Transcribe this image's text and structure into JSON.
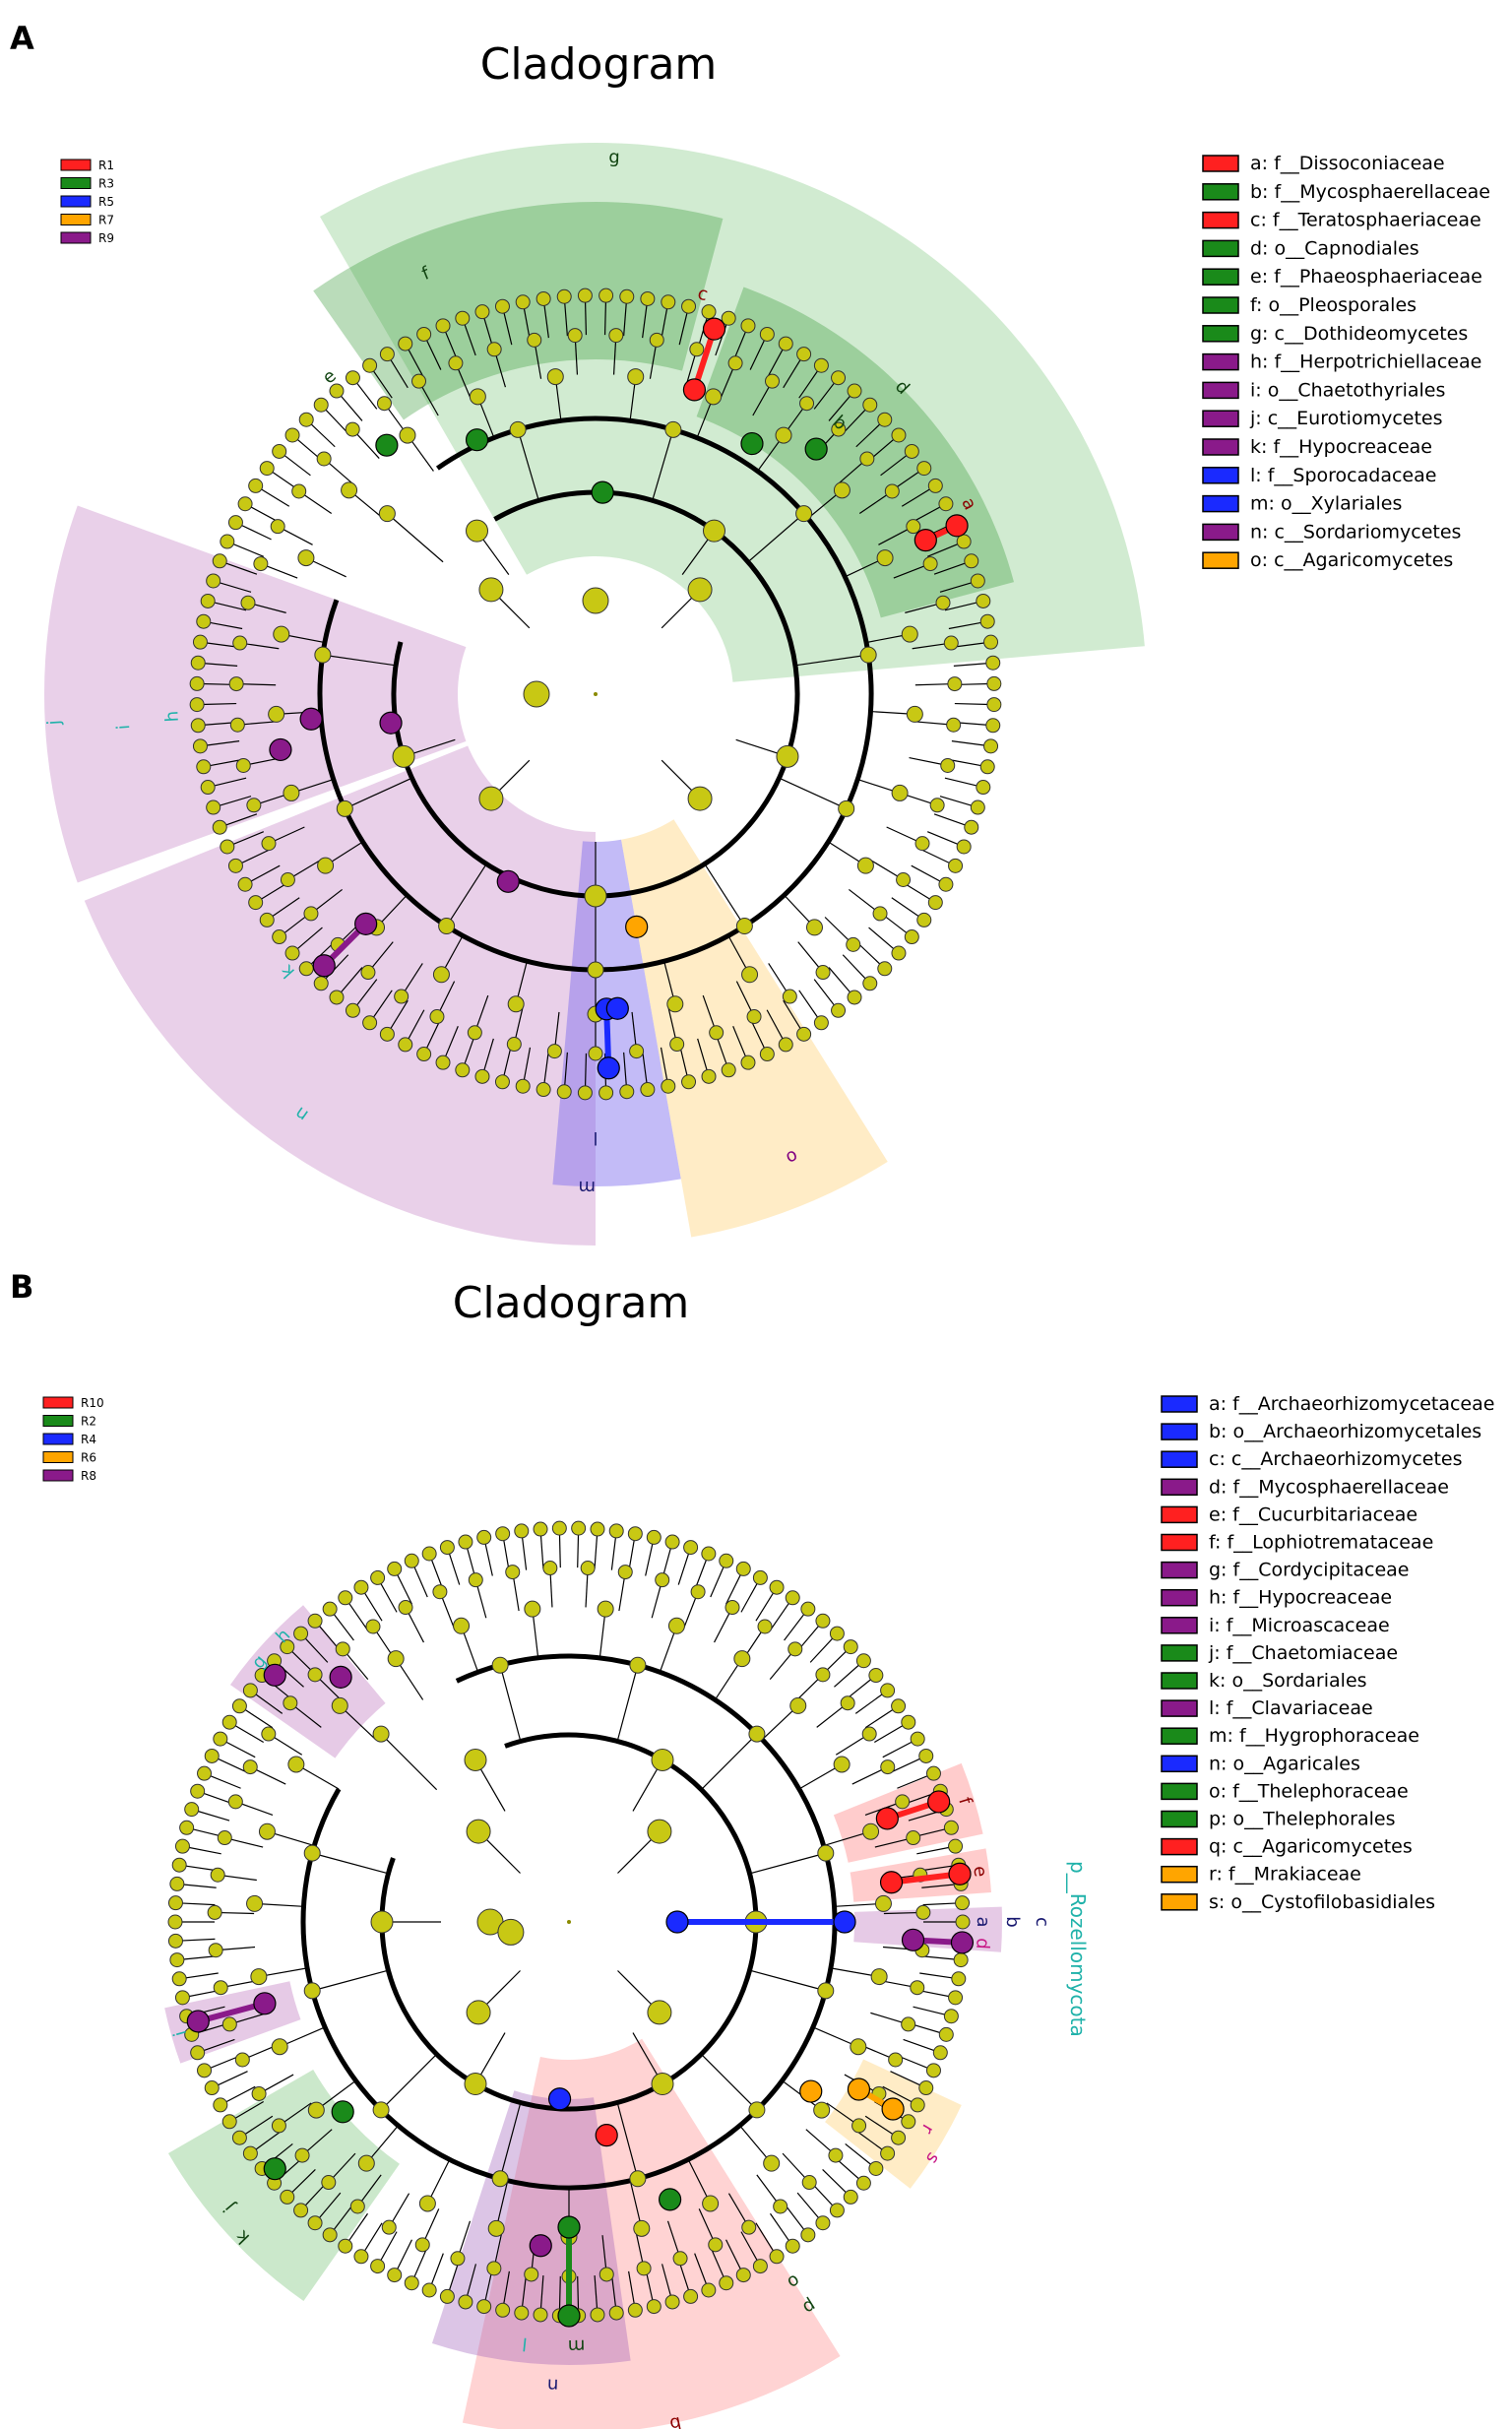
{
  "panels": [
    {
      "letter": "A",
      "title": "Cladogram",
      "group_legend": [
        {
          "label": "R1",
          "color": "#ff2020"
        },
        {
          "label": "R3",
          "color": "#1a8a1a"
        },
        {
          "label": "R5",
          "color": "#1a2aff"
        },
        {
          "label": "R7",
          "color": "#ffa500"
        },
        {
          "label": "R9",
          "color": "#8a1a8a"
        }
      ],
      "taxa_legend": [
        {
          "key": "a",
          "label": "a: f__Dissoconiaceae",
          "color": "#ff2020"
        },
        {
          "key": "b",
          "label": "b: f__Mycosphaerellaceae",
          "color": "#1a8a1a"
        },
        {
          "key": "c",
          "label": "c: f__Teratosphaeriaceae",
          "color": "#ff2020"
        },
        {
          "key": "d",
          "label": "d: o__Capnodiales",
          "color": "#1a8a1a"
        },
        {
          "key": "e",
          "label": "e: f__Phaeosphaeriaceae",
          "color": "#1a8a1a"
        },
        {
          "key": "f",
          "label": "f: o__Pleosporales",
          "color": "#1a8a1a"
        },
        {
          "key": "g",
          "label": "g: c__Dothideomycetes",
          "color": "#1a8a1a"
        },
        {
          "key": "h",
          "label": "h: f__Herpotrichiellaceae",
          "color": "#8a1a8a"
        },
        {
          "key": "i",
          "label": "i: o__Chaetothyriales",
          "color": "#8a1a8a"
        },
        {
          "key": "j",
          "label": "j: c__Eurotiomycetes",
          "color": "#8a1a8a"
        },
        {
          "key": "k",
          "label": "k: f__Hypocreaceae",
          "color": "#8a1a8a"
        },
        {
          "key": "l",
          "label": "l: f__Sporocadaceae",
          "color": "#1a2aff"
        },
        {
          "key": "m",
          "label": "m: o__Xylariales",
          "color": "#1a2aff"
        },
        {
          "key": "n",
          "label": "n: c__Sordariomycetes",
          "color": "#8a1a8a"
        },
        {
          "key": "o",
          "label": "o: c__Agaricomycetes",
          "color": "#ffa500"
        }
      ],
      "clade_labels": [
        "a",
        "b",
        "c",
        "d",
        "e",
        "f",
        "g",
        "h",
        "i",
        "j",
        "k",
        "l",
        "m",
        "n",
        "o"
      ],
      "extra_labels": []
    },
    {
      "letter": "B",
      "title": "Cladogram",
      "group_legend": [
        {
          "label": "R10",
          "color": "#ff2020"
        },
        {
          "label": "R2",
          "color": "#1a8a1a"
        },
        {
          "label": "R4",
          "color": "#1a2aff"
        },
        {
          "label": "R6",
          "color": "#ffa500"
        },
        {
          "label": "R8",
          "color": "#8a1a8a"
        }
      ],
      "taxa_legend": [
        {
          "key": "a",
          "label": "a: f__Archaeorhizomycetaceae",
          "color": "#1a2aff"
        },
        {
          "key": "b",
          "label": "b: o__Archaeorhizomycetales",
          "color": "#1a2aff"
        },
        {
          "key": "c",
          "label": "c: c__Archaeorhizomycetes",
          "color": "#1a2aff"
        },
        {
          "key": "d",
          "label": "d: f__Mycosphaerellaceae",
          "color": "#8a1a8a"
        },
        {
          "key": "e",
          "label": "e: f__Cucurbitariaceae",
          "color": "#ff2020"
        },
        {
          "key": "f",
          "label": "f: f__Lophiotremataceae",
          "color": "#ff2020"
        },
        {
          "key": "g",
          "label": "g: f__Cordycipitaceae",
          "color": "#8a1a8a"
        },
        {
          "key": "h",
          "label": "h: f__Hypocreaceae",
          "color": "#8a1a8a"
        },
        {
          "key": "i",
          "label": "i: f__Microascaceae",
          "color": "#8a1a8a"
        },
        {
          "key": "j",
          "label": "j: f__Chaetomiaceae",
          "color": "#1a8a1a"
        },
        {
          "key": "k",
          "label": "k: o__Sordariales",
          "color": "#1a8a1a"
        },
        {
          "key": "l",
          "label": "l: f__Clavariaceae",
          "color": "#8a1a8a"
        },
        {
          "key": "m",
          "label": "m: f__Hygrophoraceae",
          "color": "#1a8a1a"
        },
        {
          "key": "n",
          "label": "n: o__Agaricales",
          "color": "#1a2aff"
        },
        {
          "key": "o",
          "label": "o: f__Thelephoraceae",
          "color": "#1a8a1a"
        },
        {
          "key": "p",
          "label": "p: o__Thelephorales",
          "color": "#1a8a1a"
        },
        {
          "key": "q",
          "label": "q: c__Agaricomycetes",
          "color": "#ff2020"
        },
        {
          "key": "r",
          "label": "r: f__Mrakiaceae",
          "color": "#ffa500"
        },
        {
          "key": "s",
          "label": "s: o__Cystofilobasidiales",
          "color": "#ffa500"
        }
      ],
      "clade_labels": [
        "a",
        "b",
        "c",
        "d",
        "e",
        "f",
        "g",
        "h",
        "i",
        "j",
        "k",
        "l",
        "m",
        "n",
        "o",
        "p",
        "r",
        "s"
      ],
      "extra_labels": [
        "p__Rozellomycota"
      ]
    }
  ]
}
